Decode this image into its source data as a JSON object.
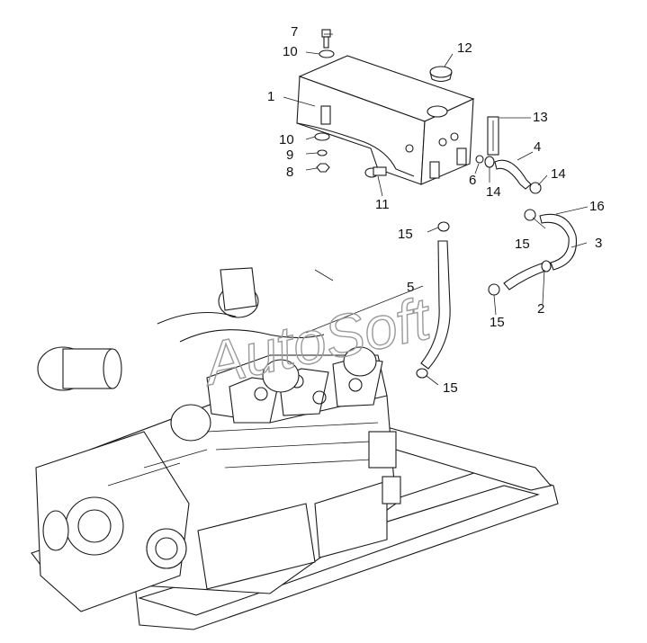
{
  "watermark": "AutoSoft",
  "callouts": [
    {
      "id": "c1",
      "label": "1"
    },
    {
      "id": "c2",
      "label": "2"
    },
    {
      "id": "c3",
      "label": "3"
    },
    {
      "id": "c4",
      "label": "4"
    },
    {
      "id": "c5",
      "label": "5"
    },
    {
      "id": "c6",
      "label": "6"
    },
    {
      "id": "c7",
      "label": "7"
    },
    {
      "id": "c8",
      "label": "8"
    },
    {
      "id": "c9",
      "label": "9"
    },
    {
      "id": "c10a",
      "label": "10"
    },
    {
      "id": "c10b",
      "label": "10"
    },
    {
      "id": "c11",
      "label": "11"
    },
    {
      "id": "c12",
      "label": "12"
    },
    {
      "id": "c13",
      "label": "13"
    },
    {
      "id": "c14a",
      "label": "14"
    },
    {
      "id": "c14b",
      "label": "14"
    },
    {
      "id": "c15a",
      "label": "15"
    },
    {
      "id": "c15b",
      "label": "15"
    },
    {
      "id": "c15c",
      "label": "15"
    },
    {
      "id": "c15d",
      "label": "15"
    },
    {
      "id": "c16",
      "label": "16"
    }
  ]
}
